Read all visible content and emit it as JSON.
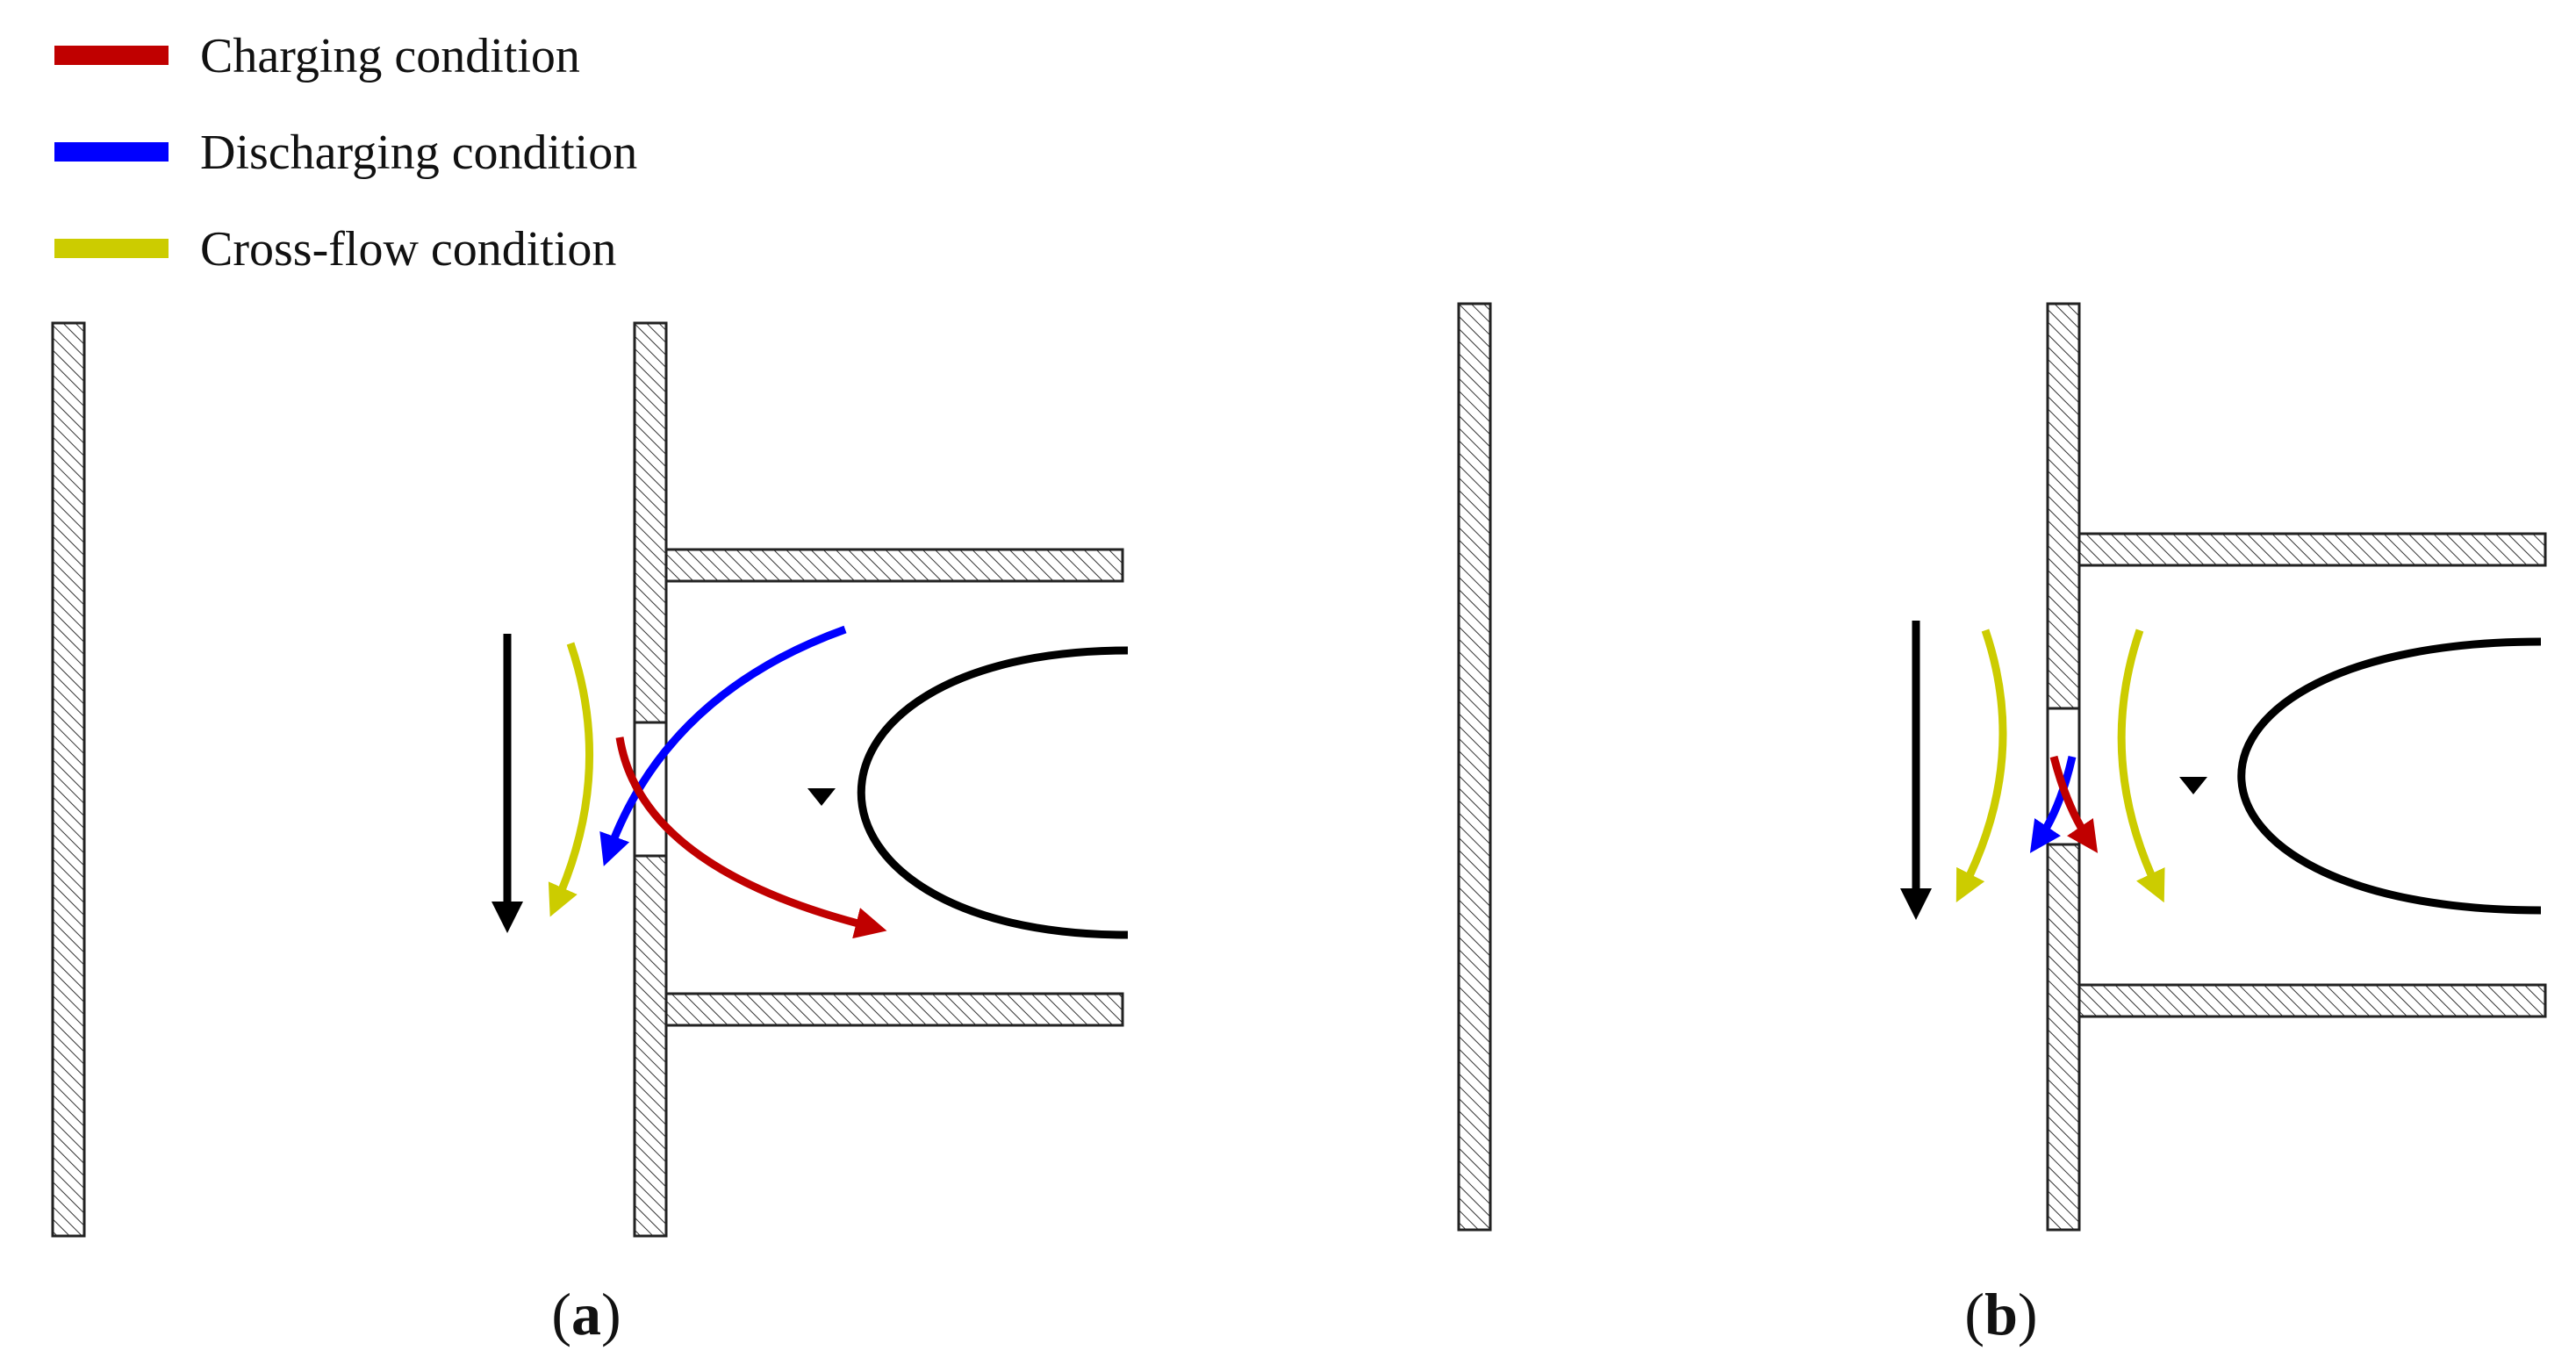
{
  "legend": [
    {
      "label": "Charging condition",
      "color": "#c00000"
    },
    {
      "label": "Discharging condition",
      "color": "#0000ff"
    },
    {
      "label": "Cross-flow condition",
      "color": "#cccc00"
    }
  ],
  "panels": {
    "a": {
      "label_open": "(",
      "label_letter": "a",
      "label_close": ")"
    },
    "b": {
      "label_open": "(",
      "label_letter": "b",
      "label_close": ")"
    }
  },
  "colors": {
    "charging": "#c00000",
    "discharging": "#0000ff",
    "cross_flow": "#cccc00",
    "main_flow": "#000000",
    "wall_outline": "#222222"
  }
}
